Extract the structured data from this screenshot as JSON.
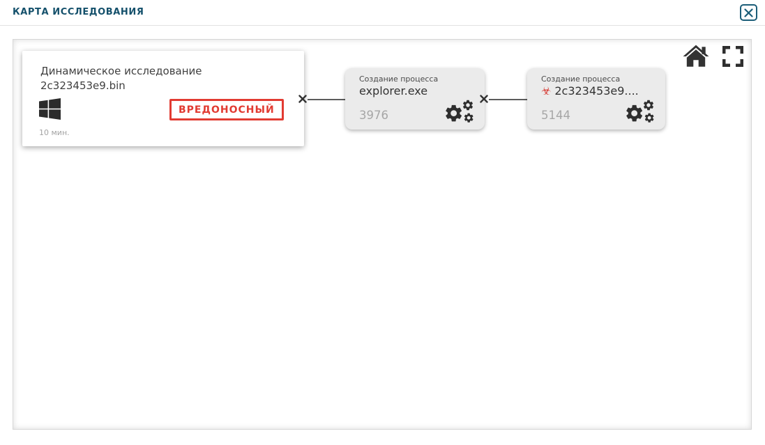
{
  "header": {
    "title": "КАРТА ИССЛЕДОВАНИЯ"
  },
  "icons": {
    "close": "close-icon",
    "home": "home-icon",
    "fullscreen": "fullscreen-icon",
    "windows": "windows-logo-icon",
    "gears": "process-gears-icon",
    "biohazard": "biohazard-icon",
    "edge_collapse": "edge-collapse-x-icon"
  },
  "colors": {
    "accent_teal": "#14506b",
    "danger_red": "#e23b32",
    "node_bg": "#ebebeb",
    "muted_text": "#a6a6a6"
  },
  "graph": {
    "root": {
      "title_line1": "Динамическое исследование",
      "title_line2": "2c323453e9.bin",
      "verdict": "ВРЕДОНОСНЫЙ",
      "duration": "10 мин."
    },
    "biohazard_glyph": "☣",
    "nodes": [
      {
        "action": "Создание процесса",
        "name": "explorer.exe",
        "pid": "3976"
      },
      {
        "action": "Создание процесса",
        "name": "2c323453e9....",
        "pid": "5144"
      }
    ]
  }
}
